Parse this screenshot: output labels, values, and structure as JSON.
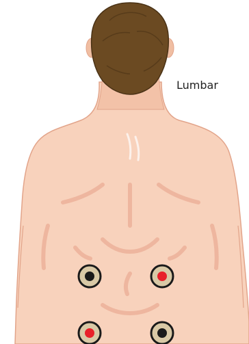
{
  "region_label": "Lumbar",
  "colors": {
    "skin": "#F8D2BC",
    "skin_outline": "#E2A48A",
    "skin_shade": "#EDB29A",
    "hair": "#6B4A22",
    "hair_dark": "#4A3216",
    "pad_ring": "#1A1A1A",
    "pad_fill": "#D9C9A6",
    "electrode_red": "#E8212A",
    "electrode_black": "#1A1A1A"
  },
  "electrode_pads": [
    {
      "position": "upper-left",
      "polarity": "negative",
      "color": "black"
    },
    {
      "position": "upper-right",
      "polarity": "positive",
      "color": "red"
    },
    {
      "position": "lower-left",
      "polarity": "positive",
      "color": "red"
    },
    {
      "position": "lower-right",
      "polarity": "negative",
      "color": "black"
    }
  ]
}
